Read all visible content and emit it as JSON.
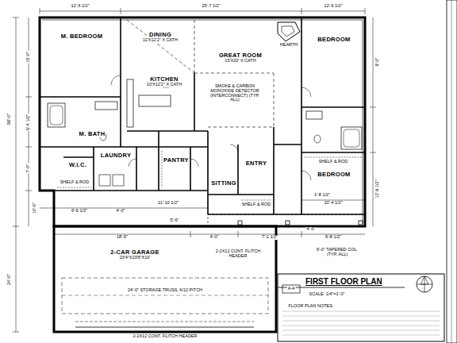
{
  "diagram": {
    "title": "FIRST FLOOR PLAN",
    "nodes": [
      {
        "text": [
          "M. BEDROOM"
        ]
      },
      {
        "text": [
          "DINING",
          "11'X12'2\" X CATH"
        ]
      },
      {
        "text": [
          "BEDROOM"
        ]
      },
      {
        "text": [
          "GREAT ROOM",
          "15'X20' X CATH"
        ]
      },
      {
        "text": [
          "KITCHEN",
          "10'X12'2\" X CATH"
        ]
      },
      {
        "text": [
          "M. BATH"
        ]
      },
      {
        "text": [
          "W.I.C."
        ]
      },
      {
        "text": [
          "LAUNDRY"
        ]
      },
      {
        "text": [
          "PANTRY"
        ]
      },
      {
        "text": [
          "ENTRY"
        ]
      },
      {
        "text": [
          "BEDROOM"
        ]
      },
      {
        "text": [
          "SITTING"
        ]
      },
      {
        "text": [
          "2-CAR GARAGE",
          "23'4\"X23'8\"X10'"
        ]
      }
    ],
    "labels": [
      "12'-6 1/2\"",
      "25'-7 1/2\"",
      "12'-6 1/2\"",
      "HEARTH",
      "SMOKE & CARBON MONOXIDE DETECTOR (INTERCONNECT) (TYP. ALL)",
      "SHELF & ROD",
      "SHELF & ROD",
      "SHELF & ROD",
      "58'-0\"",
      "24'-0\"",
      "15'-0\"",
      "5'-4 1/2\"",
      "7'-0\"",
      "10'-0\"",
      "18'-6\"",
      "5'-6\"",
      "4'-0\"",
      "7'-1 1/2\"",
      "6'-8 1/2\"",
      "4'-0\"",
      "9'-0\" TAPERED COL. (TYP. ALL)",
      "2-2X12 CONT. FLITCH HEADER",
      "24'-0\" STORAGE TRUSS, 6/12 PITCH",
      "2-2X12 CONT. FLITCH HEADER",
      "9'-0\"",
      "12'-6 1/2\"",
      "10'-4 1/2\"",
      "1'-8 1/2\"",
      "11'-10 1/2\"",
      "6'-6 1/2\"",
      "4'-0\"",
      "FLOOR PLAN NOTES:",
      "A-4",
      "SCALE: 1/4\"=1'-0\""
    ]
  }
}
